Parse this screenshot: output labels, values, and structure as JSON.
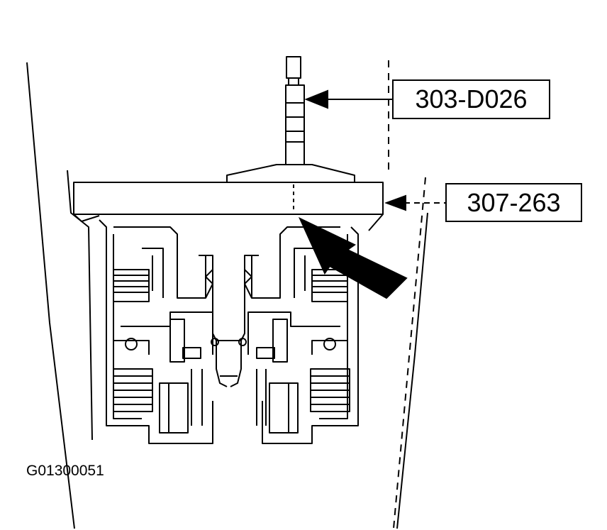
{
  "callouts": [
    {
      "label": "303-D026"
    },
    {
      "label": "307-263"
    }
  ],
  "figure_code": "G01300051",
  "colors": {
    "line": "#000000",
    "background": "#ffffff"
  }
}
